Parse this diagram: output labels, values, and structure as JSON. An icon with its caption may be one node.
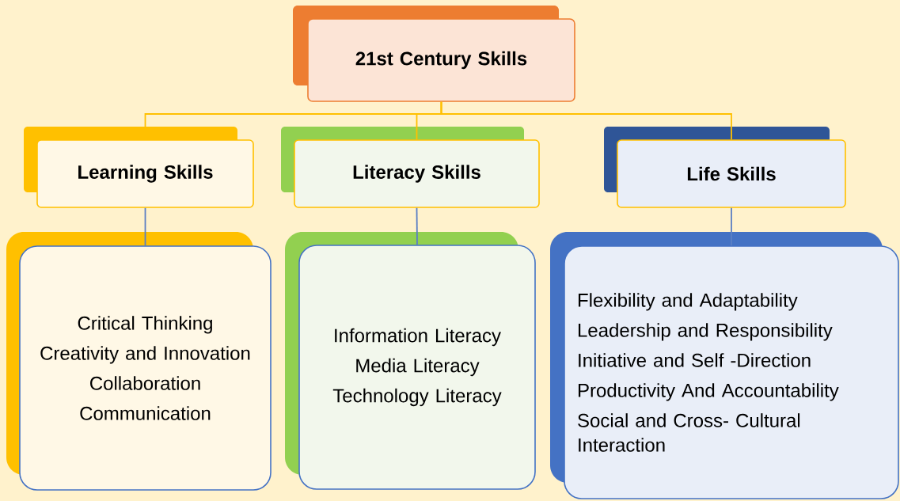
{
  "diagram": {
    "nodes": [
      {
        "text": [
          "21st Century Skills"
        ]
      },
      {
        "text": [
          "Learning Skills"
        ]
      },
      {
        "text": [
          "Literacy Skills"
        ]
      },
      {
        "text": [
          "Life Skills"
        ]
      },
      {
        "text": [
          "Critical Thinking",
          "Creativity and Innovation",
          "Collaboration",
          "Communication"
        ]
      },
      {
        "text": [
          "Information Literacy",
          "Media Literacy",
          "Technology Literacy"
        ]
      },
      {
        "text": [
          "Flexibility and Adaptability",
          "Leadership and Responsibility",
          "Initiative and Self -Direction",
          "Productivity And Accountability",
          "Social  and Cross- Cultural Interaction"
        ]
      }
    ],
    "edges": [
      {
        "from": 0,
        "to": 1,
        "arrow": "none",
        "color": "#ffc000"
      },
      {
        "from": 0,
        "to": 2,
        "arrow": "none",
        "color": "#ffc000"
      },
      {
        "from": 0,
        "to": 3,
        "arrow": "none",
        "color": "#ffc000"
      },
      {
        "from": 1,
        "to": 4,
        "arrow": "none",
        "color": "#5b7fc4"
      },
      {
        "from": 2,
        "to": 5,
        "arrow": "none",
        "color": "#5b7fc4"
      },
      {
        "from": 3,
        "to": 6,
        "arrow": "none",
        "color": "#5b7fc4"
      }
    ]
  }
}
